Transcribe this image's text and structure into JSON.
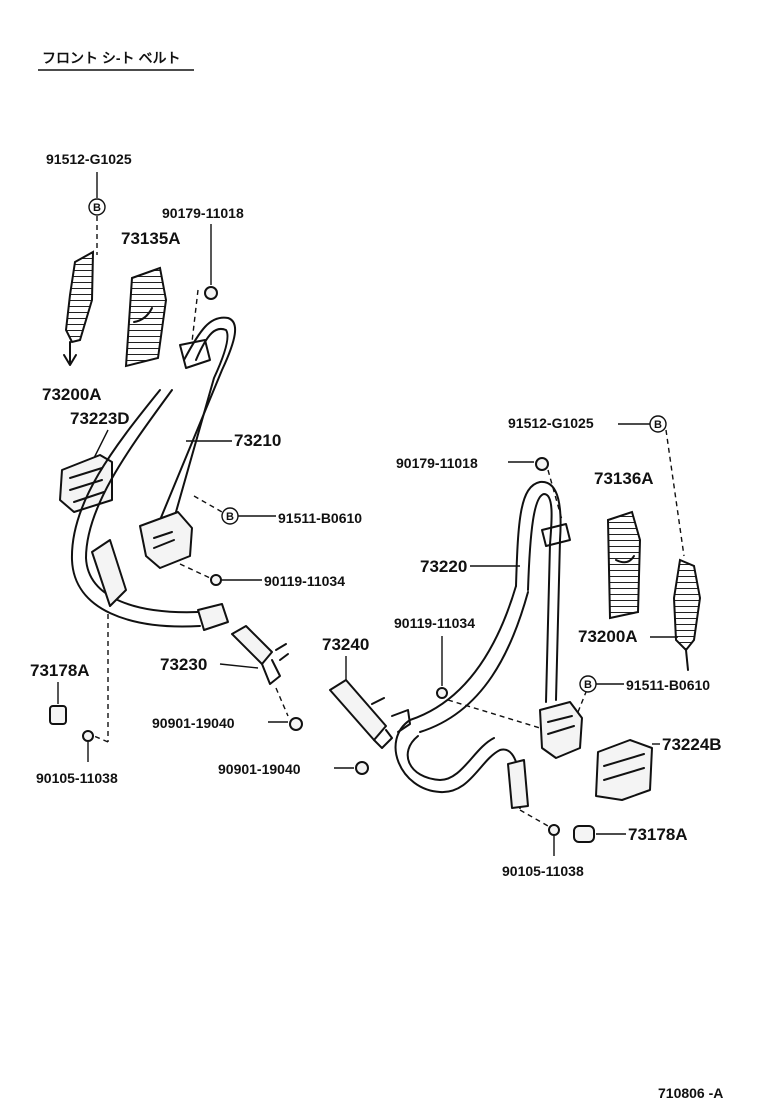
{
  "title": "フロント シ-ト ベルト",
  "footer_code": "710806 -A",
  "badge_letter": "B",
  "labels": {
    "p91512_left": "91512-G1025",
    "p90179_left": "90179-11018",
    "p73135A": "73135A",
    "p73200A_left": "73200A",
    "p73223D": "73223D",
    "p73210": "73210",
    "p91511_left": "91511-B0610",
    "p90119_left": "90119-11034",
    "p73230": "73230",
    "p73178A_left": "73178A",
    "p90901_a": "90901-19040",
    "p90105_left": "90105-11038",
    "p91512_right": "91512-G1025",
    "p90179_right": "90179-11018",
    "p73136A": "73136A",
    "p73220": "73220",
    "p90119_right": "90119-11034",
    "p73240": "73240",
    "p73200A_right": "73200A",
    "p91511_right": "91511-B0610",
    "p73224B": "73224B",
    "p90901_b": "90901-19040",
    "p73178A_right": "73178A",
    "p90105_right": "90105-11038"
  }
}
